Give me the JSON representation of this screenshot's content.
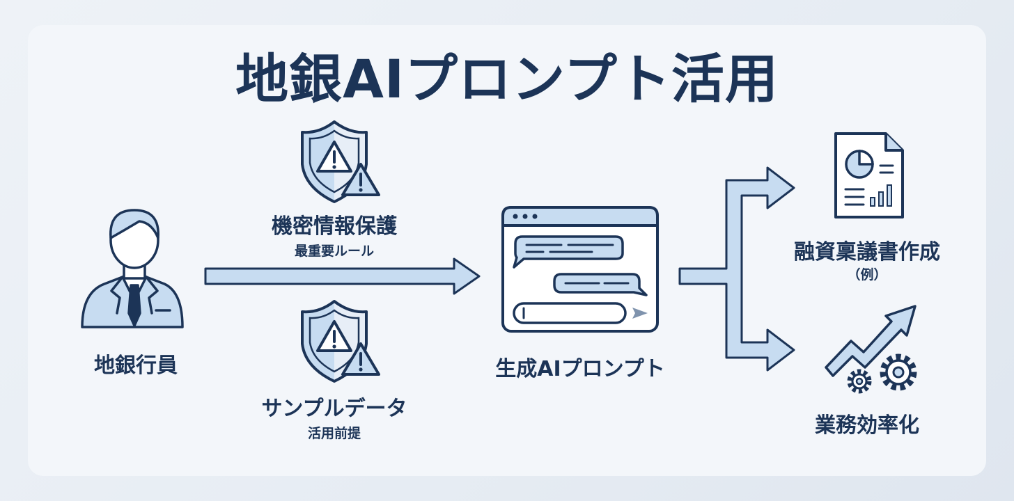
{
  "title": "地銀AIプロンプト活用",
  "colors": {
    "navy": "#1c3457",
    "light_blue": "#c7dcf1",
    "card_bg": "#f3f6fa"
  },
  "nodes": {
    "employee": {
      "label": "地銀行員",
      "icon": "businessman-icon"
    },
    "confidential": {
      "label": "機密情報保護",
      "sub": "最重要ルール",
      "icon": "shield-warning-icon"
    },
    "sample_data": {
      "label": "サンプルデータ",
      "sub": "活用前提",
      "icon": "shield-warning-icon"
    },
    "prompt": {
      "label": "生成AIプロンプト",
      "icon": "chat-window-icon"
    },
    "loan_doc": {
      "label": "融資稟議書作成",
      "sub": "（例）",
      "icon": "document-chart-icon"
    },
    "efficiency": {
      "label": "業務効率化",
      "icon": "growth-gears-icon"
    }
  }
}
